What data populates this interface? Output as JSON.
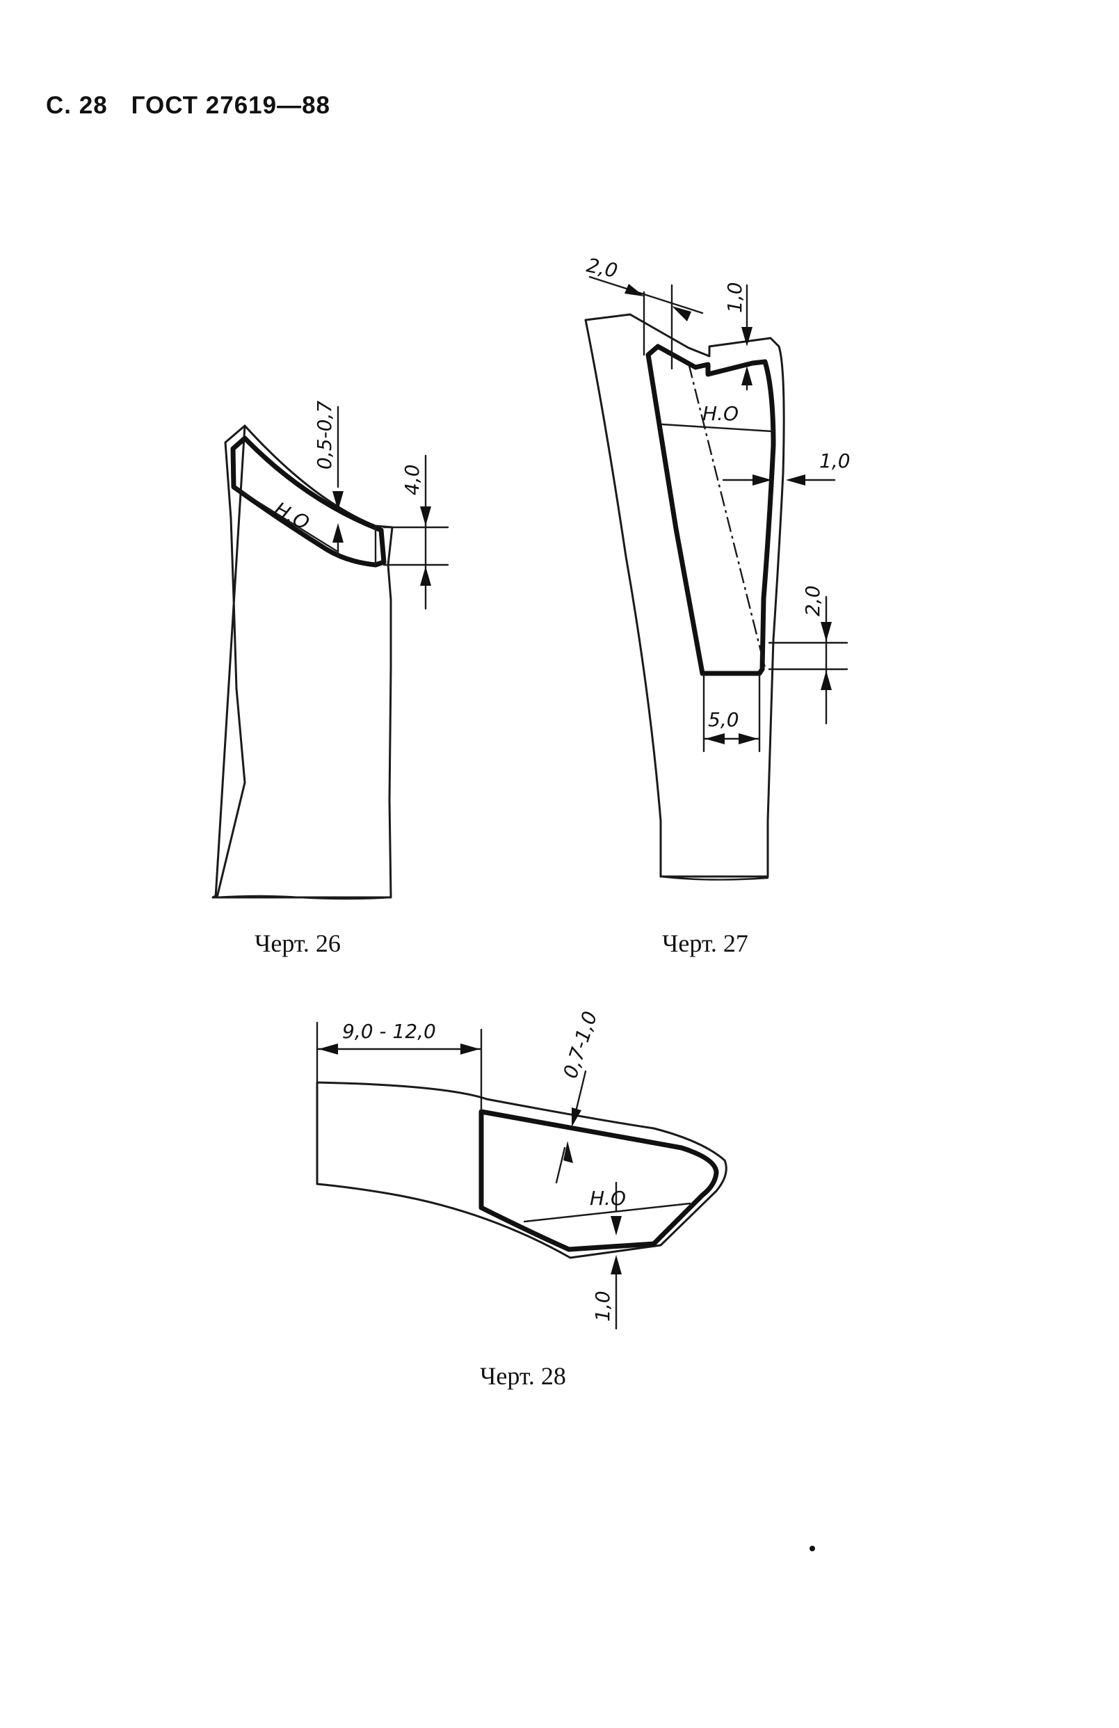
{
  "header": {
    "page": "С. 28",
    "standard": "ГОСТ 27619—88"
  },
  "figures": {
    "fig26": {
      "caption": "Черт. 26",
      "dim_edge": "0,5-0,7",
      "dim_height": "4,0",
      "zone": "Н.О"
    },
    "fig27": {
      "caption": "Черт. 27",
      "dim_top_left": "2,0",
      "dim_top_right": "1,0",
      "dim_side": "1,0",
      "dim_bottom_right": "2,0",
      "dim_bottom": "5,0",
      "zone": "Н.О"
    },
    "fig28": {
      "caption": "Черт. 28",
      "dim_length": "9,0 - 12,0",
      "dim_edge": "0,7-1,0",
      "dim_bottom": "1,0",
      "zone": "Н.О"
    }
  }
}
